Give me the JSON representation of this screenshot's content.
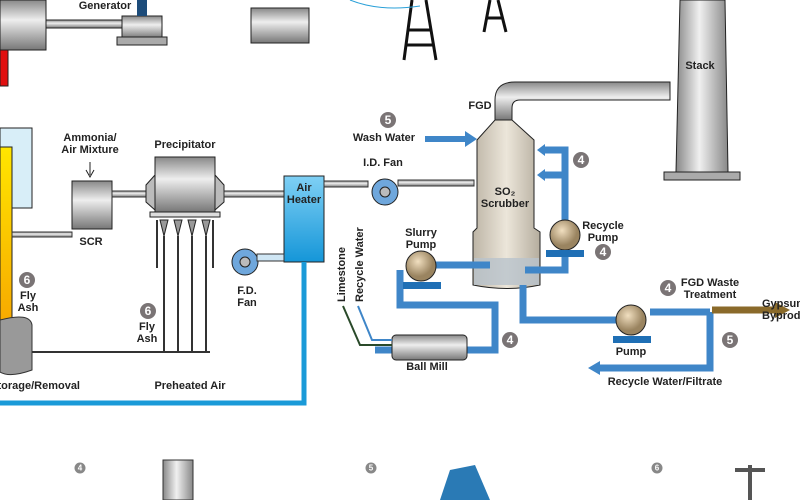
{
  "labels": {
    "generator": "Generator",
    "stack": "Stack",
    "fgd": "FGD",
    "wash_water": "Wash Water",
    "id_fan": "I.D. Fan",
    "ammonia_1": "Ammonia/",
    "ammonia_2": "Air Mixture",
    "precipitator": "Precipitator",
    "air_heater_1": "Air",
    "air_heater_2": "Heater",
    "scrubber_1": "SO₂",
    "scrubber_2": "Scrubber",
    "recycle_pump_1": "Recycle",
    "recycle_pump_2": "Pump",
    "scr": "SCR",
    "slurry_pump_1": "Slurry",
    "slurry_pump_2": "Pump",
    "limestone": "Limestone",
    "recycle_water": "Recycle Water",
    "fd_fan_1": "F.D.",
    "fd_fan_2": "Fan",
    "fly_ash_left_1": "Fly",
    "fly_ash_left_2": "Ash",
    "fly_ash_mid_1": "Fly",
    "fly_ash_mid_2": "Ash",
    "fgd_waste_1": "FGD Waste",
    "fgd_waste_2": "Treatment",
    "gypsum_1": "Gypsum",
    "gypsum_2": "Byproduct",
    "pump": "Pump",
    "ball_mill": "Ball Mill",
    "recycle_filtrate": "Recycle Water/Filtrate",
    "storage_removal": "Storage/Removal",
    "preheated_air": "Preheated Air"
  },
  "badges": {
    "wash_water": "5",
    "scrubber_recycle": "4",
    "recycle_pump": "4",
    "fgd_waste": "4",
    "ball_mill": "4",
    "filtrate": "5",
    "fly_ash_left": "6",
    "fly_ash_mid": "6",
    "bottom_1": "4",
    "bottom_2": "5",
    "bottom_3": "6"
  },
  "colors": {
    "water": "#3f86c8",
    "air_heater": "#29a9e6",
    "metal": "#b9bcbf",
    "scrubber": "#ddd6c8",
    "gypsum": "#8a6a2a",
    "badge": "#7a7475"
  }
}
